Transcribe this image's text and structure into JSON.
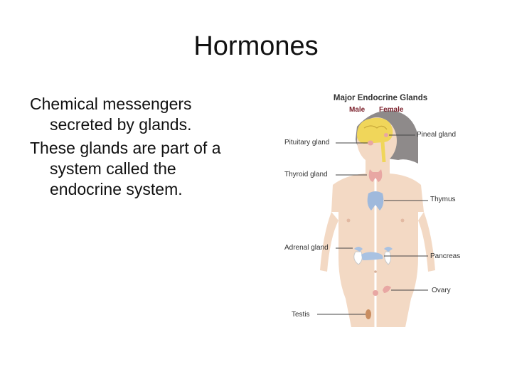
{
  "slide": {
    "title": "Hormones",
    "bullets": [
      "Chemical messengers secreted by glands.",
      "These glands are part of a system called the endocrine system."
    ]
  },
  "figure": {
    "title": "Major Endocrine Glands",
    "subtitle_male": "Male",
    "subtitle_female": "Female",
    "labels": {
      "pituitary": "Pituitary gland",
      "pineal": "Pineal gland",
      "thyroid": "Thyroid gland",
      "thymus": "Thymus",
      "adrenal": "Adrenal gland",
      "pancreas": "Pancreas",
      "ovary": "Ovary",
      "testis": "Testis"
    },
    "colors": {
      "skin": "#f3d9c4",
      "hair": "#8e8a8a",
      "brain": "#f0d65a",
      "thyroid": "#e8a7a3",
      "thymus": "#9fb9dc",
      "adrenal": "#a9c2e2",
      "title_red": "#7a1f2a"
    }
  }
}
